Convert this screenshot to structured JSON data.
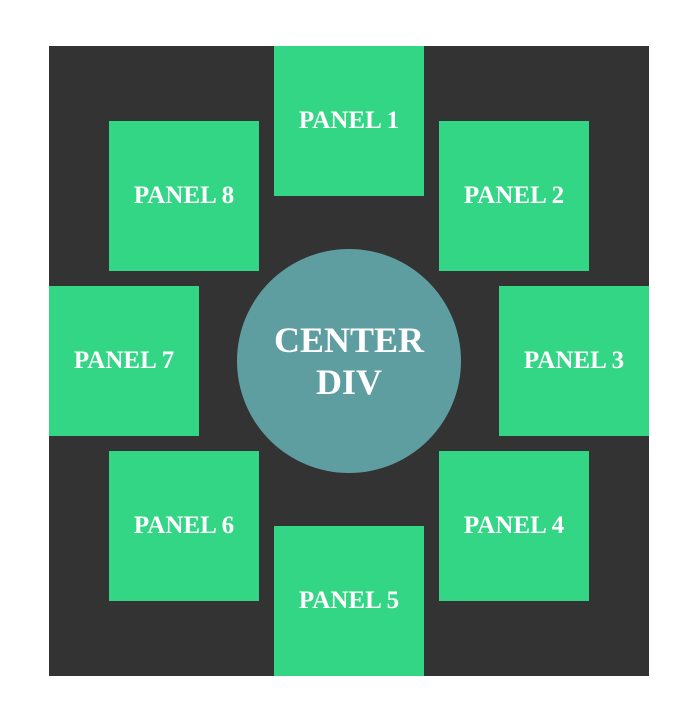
{
  "panels": [
    {
      "label": "PANEL 1"
    },
    {
      "label": "PANEL 2"
    },
    {
      "label": "PANEL 3"
    },
    {
      "label": "PANEL 4"
    },
    {
      "label": "PANEL 5"
    },
    {
      "label": "PANEL 6"
    },
    {
      "label": "PANEL 7"
    },
    {
      "label": "PANEL 8"
    }
  ],
  "center": {
    "line1": "CENTER",
    "line2": "DIV"
  },
  "colors": {
    "background": "#333333",
    "panel": "#33d685",
    "center": "#5f9ea0",
    "text": "#ffffff"
  }
}
